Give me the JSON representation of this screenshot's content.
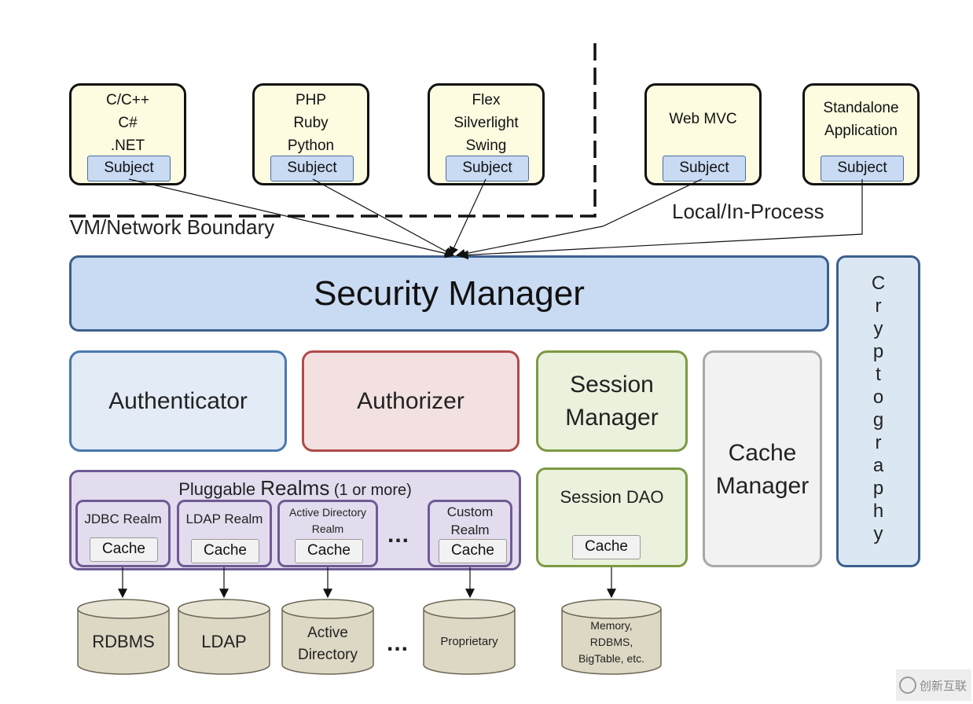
{
  "clients": [
    {
      "lines": [
        "C/C++",
        "C#",
        ".NET"
      ],
      "subject": "Subject"
    },
    {
      "lines": [
        "PHP",
        "Ruby",
        "Python"
      ],
      "subject": "Subject"
    },
    {
      "lines": [
        "Flex",
        "Silverlight",
        "Swing"
      ],
      "subject": "Subject"
    },
    {
      "lines": [
        "Web MVC"
      ],
      "subject": "Subject"
    },
    {
      "lines": [
        "Standalone",
        "Application"
      ],
      "subject": "Subject"
    }
  ],
  "boundary_labels": {
    "vm_network": "VM/Network Boundary",
    "local": "Local/In-Process"
  },
  "security_manager": "Security Manager",
  "cryptography": "Cryptography",
  "components": {
    "authenticator": "Authenticator",
    "authorizer": "Authorizer",
    "session_manager": [
      "Session",
      "Manager"
    ],
    "cache_manager": [
      "Cache",
      "Manager"
    ]
  },
  "realms": {
    "title_prefix": "Pluggable ",
    "title_main": "Realms",
    "title_suffix": " (1 or more)",
    "items": [
      {
        "label": [
          "JDBC Realm"
        ],
        "cache": "Cache"
      },
      {
        "label": [
          "LDAP Realm"
        ],
        "cache": "Cache"
      },
      {
        "label": [
          "Active Directory",
          "Realm"
        ],
        "cache": "Cache"
      },
      {
        "label": [
          "Custom",
          "Realm"
        ],
        "cache": "Cache"
      }
    ],
    "ellipsis": "..."
  },
  "session_dao": {
    "label": "Session DAO",
    "cache": "Cache"
  },
  "datastores": [
    {
      "lines": [
        "RDBMS"
      ]
    },
    {
      "lines": [
        "LDAP"
      ]
    },
    {
      "lines": [
        "Active",
        "Directory"
      ]
    },
    {
      "lines": [
        "Proprietary"
      ]
    },
    {
      "lines": [
        "Memory,",
        "RDBMS,",
        "BigTable, etc."
      ]
    }
  ],
  "datastore_ellipsis": "...",
  "watermark": "创新互联",
  "colors": {
    "security_manager": "#c9daf3",
    "authenticator": "#e3ebf6",
    "authorizer": "#f3e1e1",
    "session": "#eaf1dc",
    "cache_manager": "#f2f2f2",
    "realms": "#e3dcee",
    "datastore": "#ddd8c4"
  }
}
